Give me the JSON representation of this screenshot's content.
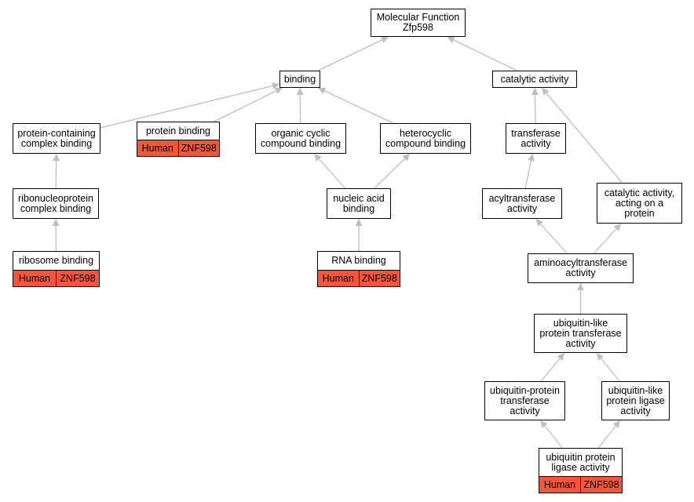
{
  "diagram": {
    "edge_color": "#bebebe",
    "annotation_color": "#f4553b",
    "nodes": {
      "molecular_function": {
        "label": "Molecular Function\nZfp598"
      },
      "binding": {
        "label": "binding"
      },
      "catalytic_activity": {
        "label": "catalytic activity"
      },
      "protein_containing_complex_binding": {
        "label": "protein-containing\ncomplex binding"
      },
      "protein_binding": {
        "label": "protein binding",
        "annotation": [
          "Human",
          "ZNF598"
        ]
      },
      "organic_cyclic_compound_binding": {
        "label": "organic cyclic\ncompound binding"
      },
      "heterocyclic_compound_binding": {
        "label": "heterocyclic\ncompound binding"
      },
      "transferase_activity": {
        "label": "transferase\nactivity"
      },
      "ribonucleoprotein_complex_binding": {
        "label": "ribonucleoprotein\ncomplex binding"
      },
      "nucleic_acid_binding": {
        "label": "nucleic acid\nbinding"
      },
      "acyltransferase_activity": {
        "label": "acyltransferase\nactivity"
      },
      "catalytic_activity_acting_on_protein": {
        "label": "catalytic activity,\nacting on a\nprotein"
      },
      "ribosome_binding": {
        "label": "ribosome binding",
        "annotation": [
          "Human",
          "ZNF598"
        ]
      },
      "rna_binding": {
        "label": "RNA binding",
        "annotation": [
          "Human",
          "ZNF598"
        ]
      },
      "aminoacyltransferase_activity": {
        "label": "aminoacyltransferase\nactivity"
      },
      "ubiquitin_like_protein_transferase_activity": {
        "label": "ubiquitin-like\nprotein transferase\nactivity"
      },
      "ubiquitin_protein_transferase_activity": {
        "label": "ubiquitin-protein\ntransferase\nactivity"
      },
      "ubiquitin_like_protein_ligase_activity": {
        "label": "ubiquitin-like\nprotein ligase\nactivity"
      },
      "ubiquitin_protein_ligase_activity": {
        "label": "ubiquitin protein\nligase activity",
        "annotation": [
          "Human",
          "ZNF598"
        ]
      }
    },
    "edges": [
      [
        "binding",
        "molecular_function"
      ],
      [
        "catalytic_activity",
        "molecular_function"
      ],
      [
        "protein_containing_complex_binding",
        "binding"
      ],
      [
        "protein_binding",
        "binding"
      ],
      [
        "organic_cyclic_compound_binding",
        "binding"
      ],
      [
        "heterocyclic_compound_binding",
        "binding"
      ],
      [
        "transferase_activity",
        "catalytic_activity"
      ],
      [
        "catalytic_activity_acting_on_protein",
        "catalytic_activity"
      ],
      [
        "ribonucleoprotein_complex_binding",
        "protein_containing_complex_binding"
      ],
      [
        "ribosome_binding",
        "ribonucleoprotein_complex_binding"
      ],
      [
        "nucleic_acid_binding",
        "organic_cyclic_compound_binding"
      ],
      [
        "nucleic_acid_binding",
        "heterocyclic_compound_binding"
      ],
      [
        "rna_binding",
        "nucleic_acid_binding"
      ],
      [
        "acyltransferase_activity",
        "transferase_activity"
      ],
      [
        "aminoacyltransferase_activity",
        "acyltransferase_activity"
      ],
      [
        "aminoacyltransferase_activity",
        "catalytic_activity_acting_on_protein"
      ],
      [
        "ubiquitin_like_protein_transferase_activity",
        "aminoacyltransferase_activity"
      ],
      [
        "ubiquitin_protein_transferase_activity",
        "ubiquitin_like_protein_transferase_activity"
      ],
      [
        "ubiquitin_like_protein_ligase_activity",
        "ubiquitin_like_protein_transferase_activity"
      ],
      [
        "ubiquitin_protein_ligase_activity",
        "ubiquitin_protein_transferase_activity"
      ],
      [
        "ubiquitin_protein_ligase_activity",
        "ubiquitin_like_protein_ligase_activity"
      ]
    ]
  }
}
